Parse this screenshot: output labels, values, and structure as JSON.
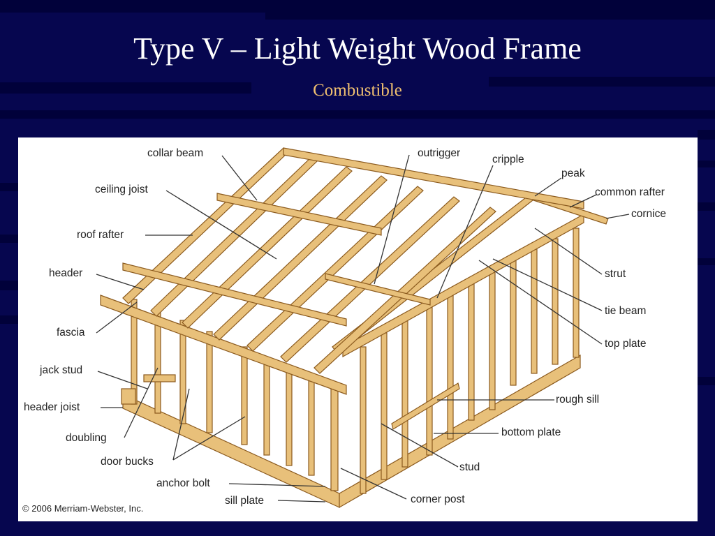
{
  "slide": {
    "title": "Type V – Light Weight Wood Frame",
    "subtitle": "Combustible",
    "colors": {
      "background": "#06064f",
      "stripe": "#000033",
      "subtitle": "#f0c070",
      "wood": "#e8c07a",
      "wood_edge": "#8b5a1e"
    }
  },
  "figure": {
    "labels": {
      "collar_beam": "collar beam",
      "ceiling_joist": "ceiling joist",
      "roof_rafter": "roof rafter",
      "header": "header",
      "fascia": "fascia",
      "jack_stud": "jack stud",
      "header_joist": "header joist",
      "doubling": "doubling",
      "door_bucks": "door bucks",
      "anchor_bolt": "anchor bolt",
      "sill_plate": "sill plate",
      "outrigger": "outrigger",
      "cripple": "cripple",
      "peak": "peak",
      "common_rafter": "common rafter",
      "cornice": "cornice",
      "strut": "strut",
      "tie_beam": "tie beam",
      "top_plate": "top plate",
      "rough_sill": "rough sill",
      "bottom_plate": "bottom plate",
      "stud": "stud",
      "corner_post": "corner post"
    },
    "copyright": "© 2006 Merriam-Webster, Inc."
  }
}
